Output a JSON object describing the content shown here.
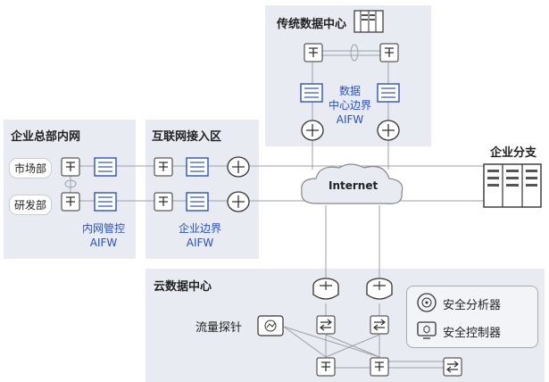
{
  "zones": {
    "hq": {
      "title": "企业总部内网"
    },
    "internet_access": {
      "title": "互联网接入区"
    },
    "traditional_dc": {
      "title": "传统数据中心"
    },
    "cloud_dc": {
      "title": "云数据中心"
    }
  },
  "labels": {
    "market_dept": "市场部",
    "rd_dept": "研发部",
    "intranet_aifw_1": "内网管控",
    "intranet_aifw_2": "AIFW",
    "edge_aifw_1": "企业边界",
    "edge_aifw_2": "AIFW",
    "dc_aifw_1": "数据",
    "dc_aifw_2": "中心边界",
    "dc_aifw_3": "AIFW",
    "internet": "Internet",
    "branch": "企业分支",
    "traffic_probe": "流量探针",
    "security_analyzer": "安全分析器",
    "security_controller": "安全控制器"
  },
  "colors": {
    "zone_bg": "#e9ebf2",
    "accent_blue": "#2a4fd0",
    "line_gray": "#9aa0aa"
  },
  "icons": [
    "switch-icon",
    "firewall-icon",
    "router-icon",
    "cloud-icon",
    "server-rack-icon",
    "probe-icon",
    "analyzer-icon",
    "controller-icon"
  ]
}
